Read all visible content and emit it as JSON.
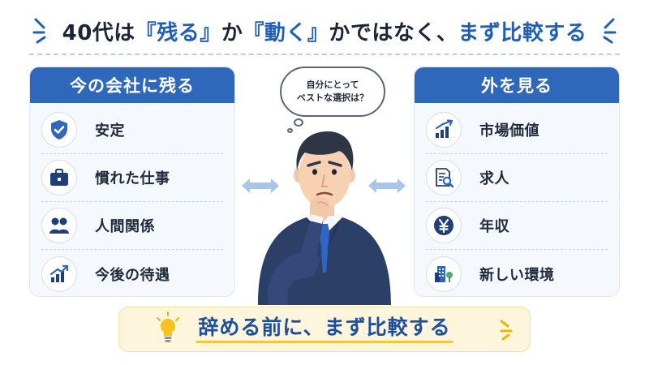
{
  "title": {
    "part1": "40代は",
    "part2": "『残る』",
    "part3": "か",
    "part4": "『動く』",
    "part5": "かではなく、",
    "part6": "まず比較する"
  },
  "left_panel": {
    "heading": "今の会社に残る",
    "items": [
      {
        "icon": "shield-check-icon",
        "label": "安定"
      },
      {
        "icon": "briefcase-icon",
        "label": "慣れた仕事"
      },
      {
        "icon": "people-icon",
        "label": "人間関係"
      },
      {
        "icon": "growth-chart-icon",
        "label": "今後の待遇"
      }
    ]
  },
  "right_panel": {
    "heading": "外を見る",
    "items": [
      {
        "icon": "rising-bar-chart-icon",
        "label": "市場価値"
      },
      {
        "icon": "document-search-icon",
        "label": "求人"
      },
      {
        "icon": "yen-coin-icon",
        "label": "年収"
      },
      {
        "icon": "buildings-icon",
        "label": "新しい環境"
      }
    ]
  },
  "thought_bubble": {
    "line1": "自分にとって",
    "line2": "ベストな選択は？"
  },
  "banner": {
    "text": "辞める前に、まず比較する"
  },
  "colors": {
    "accent_blue": "#2f68bb",
    "title_blue": "#1f5fb5",
    "banner_bg": "#fdf6dc",
    "banner_underline": "#f0c642",
    "arrow": "#a9c6e8"
  }
}
